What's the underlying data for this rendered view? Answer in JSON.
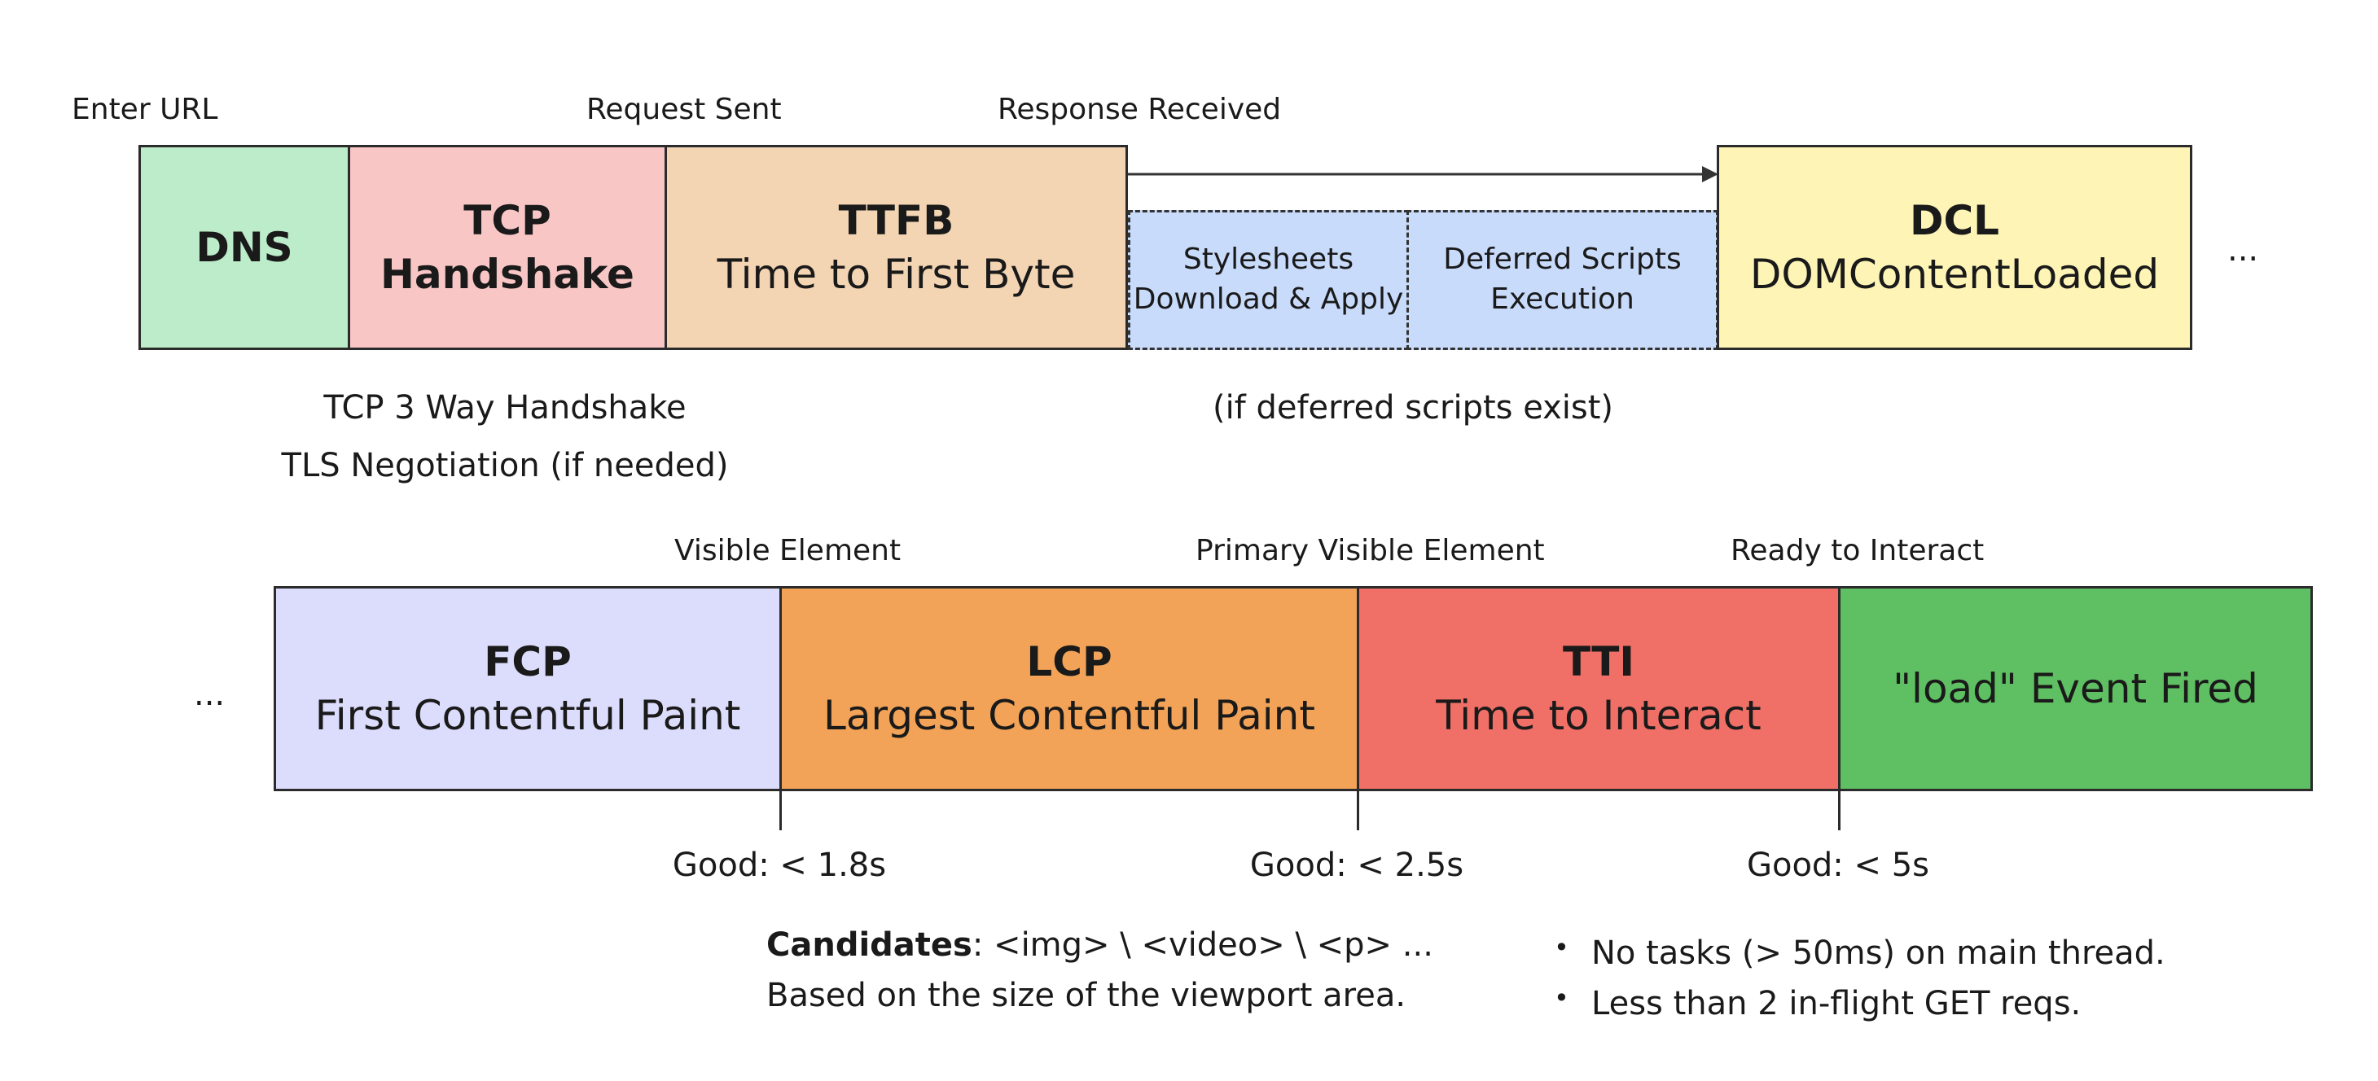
{
  "row1": {
    "labels": {
      "enter_url": "Enter URL",
      "request_sent": "Request Sent",
      "response_received": "Response Received"
    },
    "boxes": {
      "dns": {
        "title": "DNS",
        "color": "#bcecc9"
      },
      "tcp": {
        "title": "TCP",
        "subtitle": "Handshake",
        "color": "#f9c6c6"
      },
      "ttfb": {
        "title": "TTFB",
        "subtitle": "Time to First Byte",
        "color": "#f3d4b3"
      },
      "dcl": {
        "title": "DCL",
        "subtitle": "DOMContentLoaded",
        "color": "#fdf4b6"
      }
    },
    "dashed": {
      "stylesheets": {
        "line1": "Stylesheets",
        "line2": "Download & Apply"
      },
      "deferred": {
        "line1": "Deferred Scripts",
        "line2": "Execution"
      }
    },
    "ellipsis": "...",
    "notes": {
      "tcp_3way": "TCP 3 Way Handshake",
      "tls": "TLS Negotiation (if needed)",
      "deferred_exist": "(if deferred scripts exist)"
    }
  },
  "row2": {
    "labels": {
      "visible_element": "Visible Element",
      "primary_visible_element": "Primary Visible Element",
      "ready_to_interact": "Ready to Interact"
    },
    "ellipsis": "...",
    "boxes": {
      "fcp": {
        "title": "FCP",
        "subtitle": "First Contentful Paint",
        "color": "#dcdcfc"
      },
      "lcp": {
        "title": "LCP",
        "subtitle": "Largest Contentful Paint",
        "color": "#f2a357"
      },
      "tti": {
        "title": "TTI",
        "subtitle": "Time to Interact",
        "color": "#f06f66"
      },
      "load": {
        "subtitle": "\"load\" Event Fired",
        "color": "#5fbf63"
      }
    },
    "thresholds": {
      "fcp": "Good: < 1.8s",
      "lcp": "Good: < 2.5s",
      "tti": "Good: < 5s"
    },
    "candidates": {
      "label": "Candidates",
      "rest": ": <img> \\ <video> \\ <p> ...",
      "line2": "Based on the size of the viewport area."
    },
    "tti_notes": [
      "No tasks (> 50ms) on main thread.",
      "Less than 2 in-flight GET reqs."
    ]
  }
}
